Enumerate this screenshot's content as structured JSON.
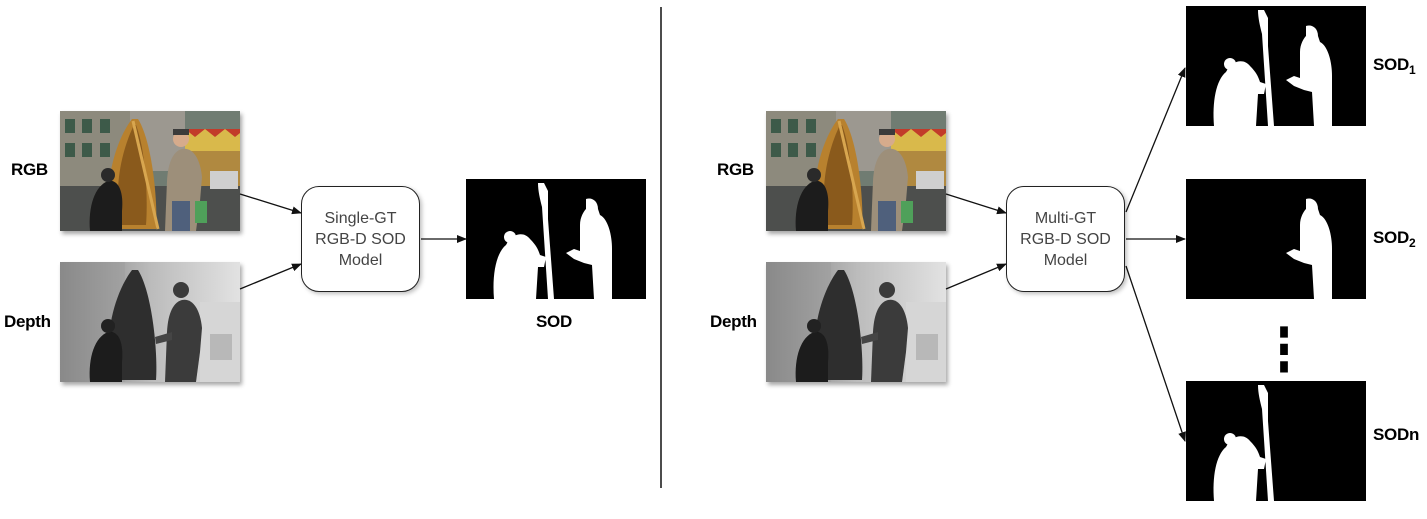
{
  "left": {
    "rgb_label": "RGB",
    "depth_label": "Depth",
    "model_lines": [
      "Single-GT",
      "RGB-D SOD",
      "Model"
    ],
    "output_label": "SOD"
  },
  "right": {
    "rgb_label": "RGB",
    "depth_label": "Depth",
    "model_lines": [
      "Multi-GT",
      "RGB-D SOD",
      "Model"
    ],
    "outputs": [
      {
        "base": "SOD",
        "sub": "1"
      },
      {
        "base": "SOD",
        "sub": "2"
      },
      {
        "base": "SOD",
        "sub": "n"
      }
    ],
    "ellipsis": "⋮"
  }
}
